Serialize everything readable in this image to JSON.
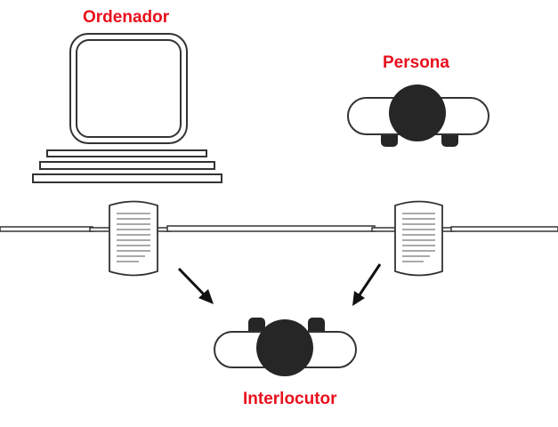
{
  "labels": {
    "computer": "Ordenador",
    "person": "Persona",
    "interlocutor": "Interlocutor"
  },
  "colors": {
    "label": "#e8101c",
    "stroke": "#333333",
    "head": "#262626",
    "body_fill": "#ffffff"
  },
  "icons": [
    "computer-icon",
    "person-icon",
    "document-icon",
    "arrow-icon",
    "interlocutor-icon"
  ]
}
